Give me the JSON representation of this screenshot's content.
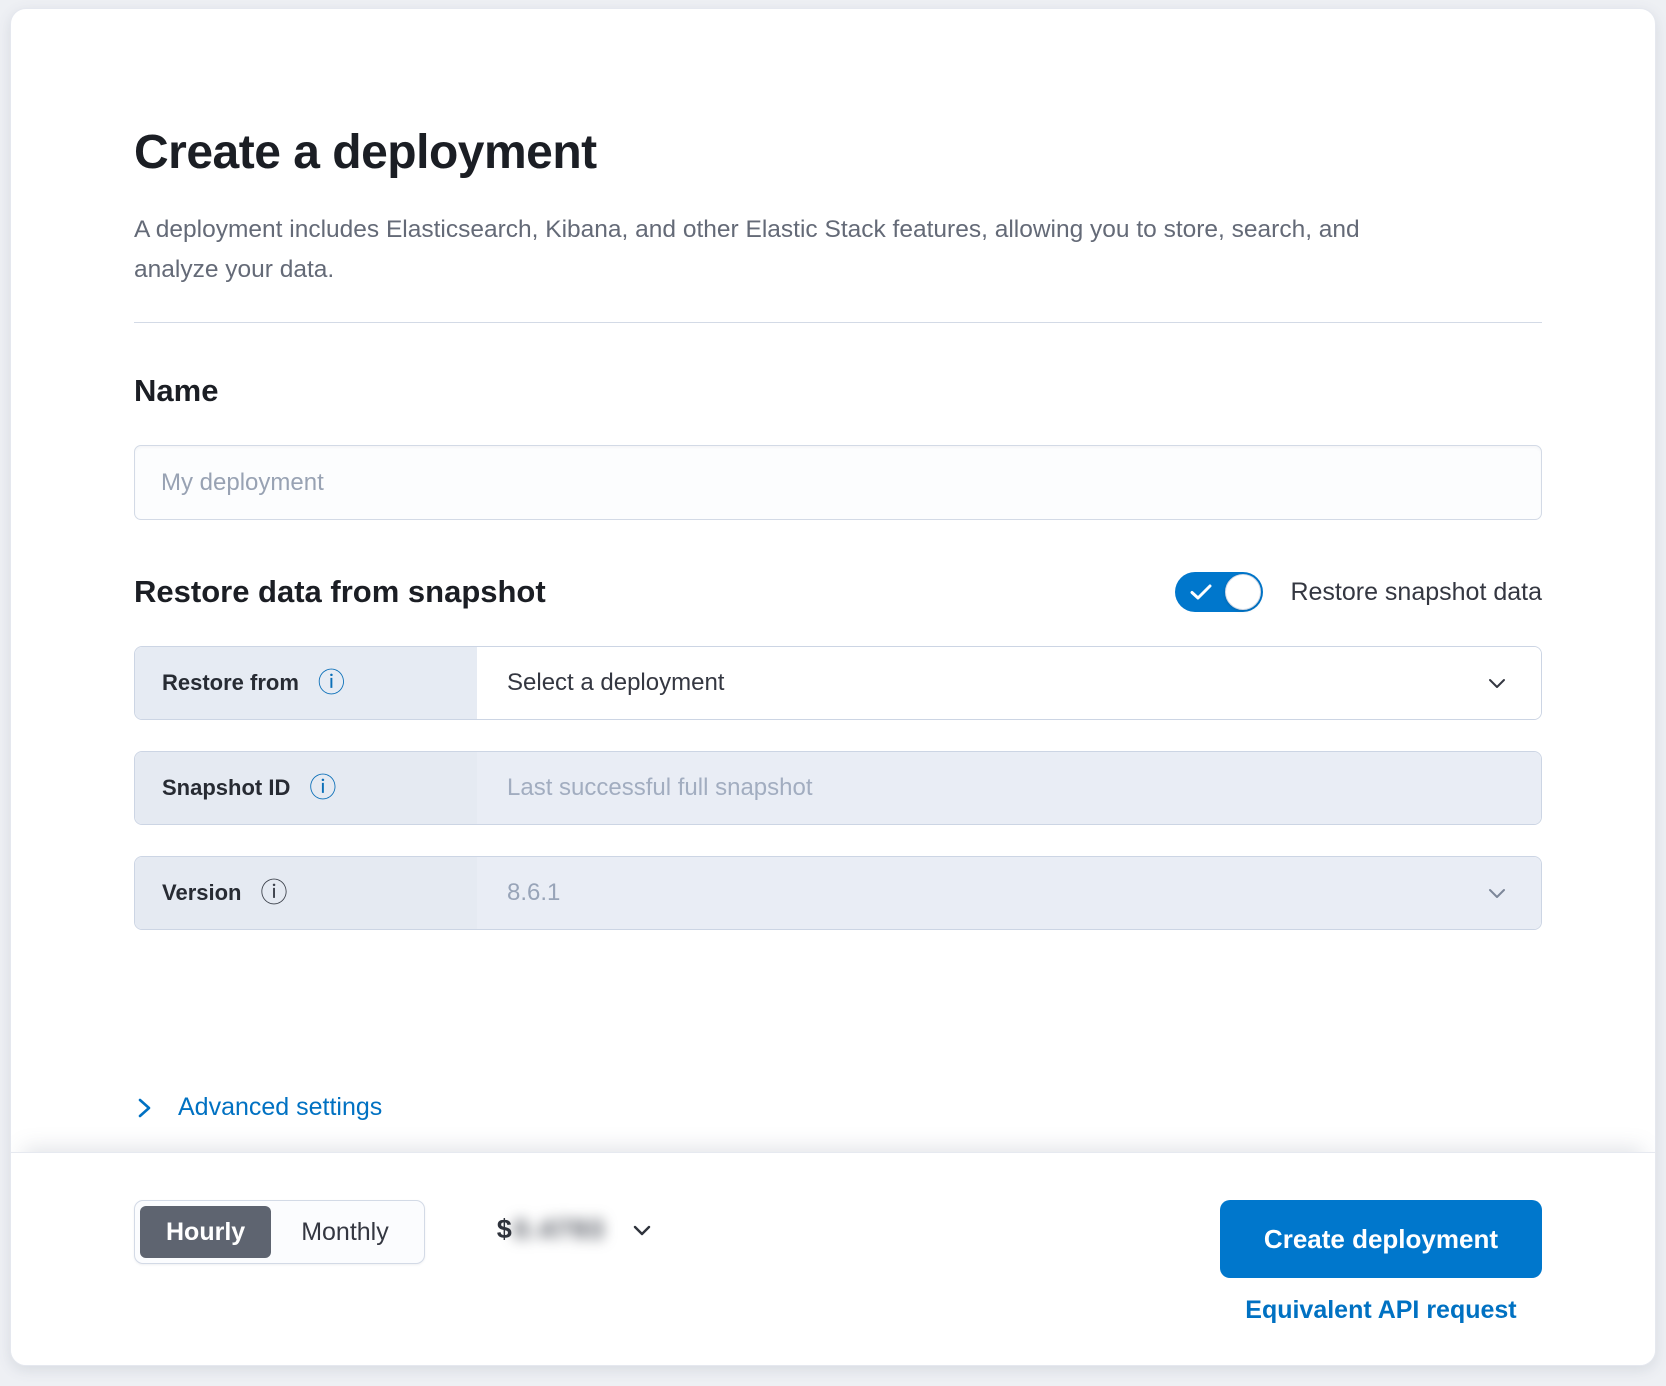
{
  "page": {
    "title": "Create a deployment",
    "subtitle": "A deployment includes Elasticsearch, Kibana, and other Elastic Stack features, allowing you to store, search, and analyze your data."
  },
  "name_section": {
    "heading": "Name",
    "input_value": "",
    "input_placeholder": "My deployment"
  },
  "snapshot_section": {
    "heading": "Restore data from snapshot",
    "toggle_label": "Restore snapshot data",
    "toggle_checked": true,
    "rows": [
      {
        "label": "Restore from",
        "control_type": "select",
        "value": "Select a deployment",
        "disabled": false
      },
      {
        "label": "Snapshot ID",
        "control_type": "input",
        "placeholder": "Last successful full snapshot",
        "disabled": true
      },
      {
        "label": "Version",
        "control_type": "select",
        "value": "8.6.1",
        "disabled": true
      }
    ],
    "advanced_settings_label": "Advanced settings"
  },
  "footer": {
    "billing_options": [
      "Hourly",
      "Monthly"
    ],
    "selected_billing": "Hourly",
    "price_currency": "$",
    "price_amount_blurred": "0.4793",
    "create_button_label": "Create deployment",
    "api_link_label": "Equivalent API request"
  },
  "icons": {
    "info": "ⓘ"
  },
  "colors": {
    "accent_blue": "#0077cc",
    "link_blue": "#0071c2",
    "selected_segment_gray": "#5e6470",
    "disabled_field_bg": "#e9edf5"
  }
}
